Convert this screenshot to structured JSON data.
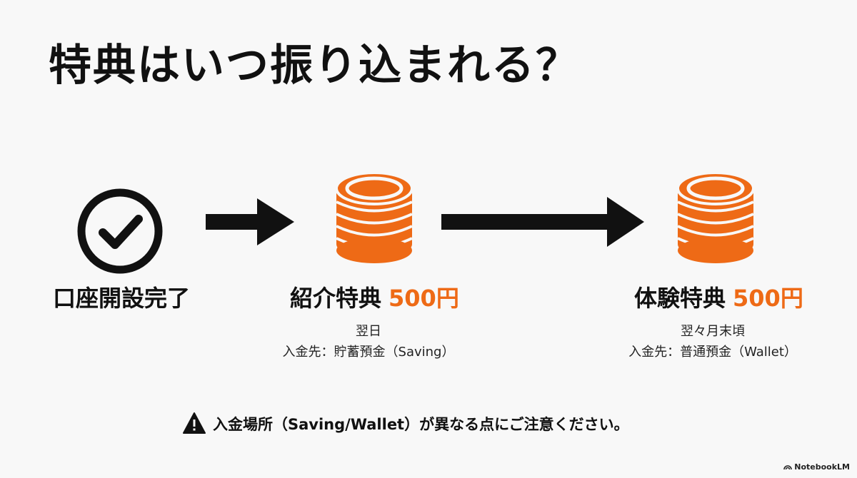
{
  "title": "特典はいつ振り込まれる？",
  "steps": [
    {
      "label": "口座開設完了",
      "icon": "check-circle-icon"
    },
    {
      "label": "紹介特典",
      "amount": "500円",
      "timing": "翌日",
      "destination": "入金先：貯蓄預金（Saving）",
      "icon": "coin-stack-icon"
    },
    {
      "label": "体験特典",
      "amount": "500円",
      "timing": "翌々月末頃",
      "destination": "入金先：普通預金（Wallet）",
      "icon": "coin-stack-icon"
    }
  ],
  "notice": {
    "icon": "warning-icon",
    "text": "入金場所（Saving/Wallet）が異なる点にご注意ください。"
  },
  "brand": {
    "icon": "notebooklm-logo-icon",
    "text": "NotebookLM"
  },
  "colors": {
    "accent": "#ee6a16",
    "text": "#111111",
    "background": "#f8f8f8"
  }
}
